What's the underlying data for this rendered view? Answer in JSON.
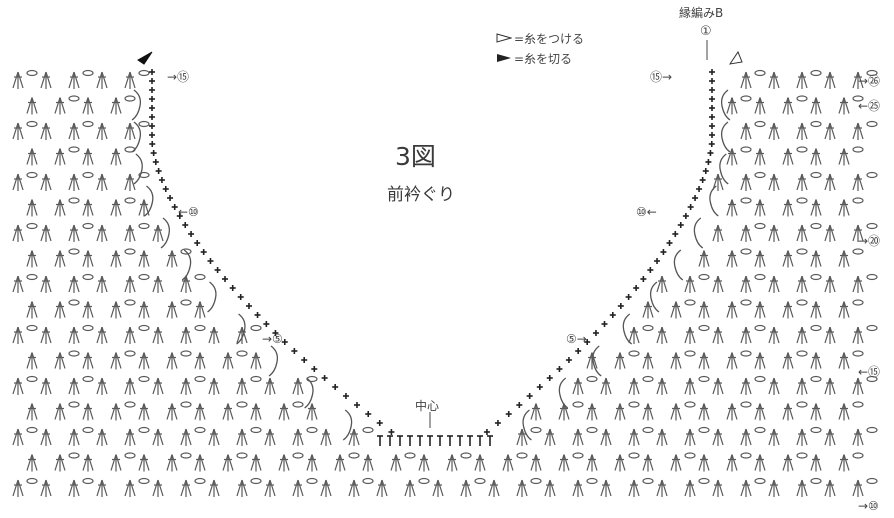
{
  "title": "3図",
  "subtitle": "前衿ぐり",
  "center_label": "中心",
  "edging_label": "縁編みB",
  "edging_row": "①",
  "legend": {
    "attach": "=糸をつける",
    "cut": "=糸を切る"
  },
  "left_row_labels": [
    "→⑮",
    "←⑩",
    "→⑤"
  ],
  "right_row_labels": [
    "⑮→",
    "⑩←",
    "⑤→"
  ],
  "far_right_labels": [
    "→㉖",
    "←㉕",
    "→⑳",
    "←⑮",
    "→⑩"
  ]
}
